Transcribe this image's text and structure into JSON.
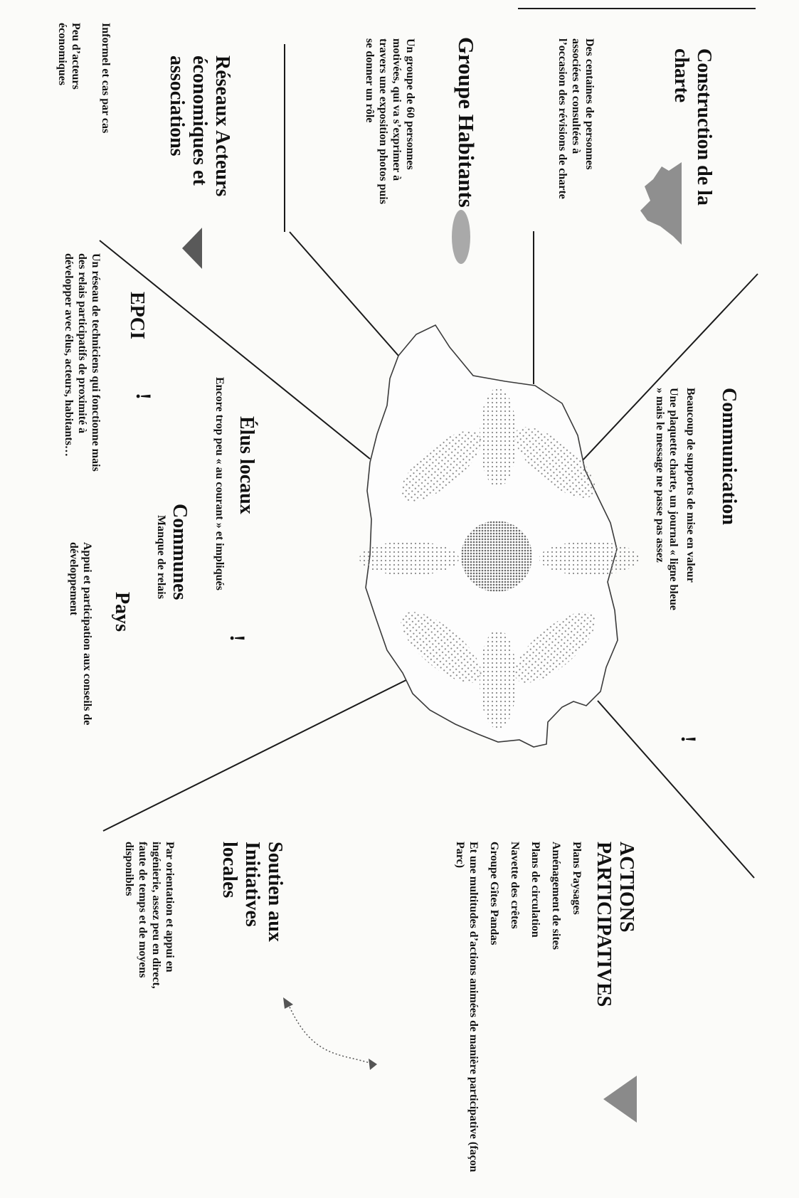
{
  "construction": {
    "title": "Construction de la charte",
    "text": "Des centaines de personnes associées et consultées à l’occasion des révisions de charte"
  },
  "groupe_habitants": {
    "title": "Groupe Habitants",
    "text": "Un groupe de 60 personnes motivées, qui va s’exprimer à travers une exposition photos puis se donner un rôle"
  },
  "reseaux": {
    "title": "Réseaux Acteurs économiques et associations",
    "col1": "Informel et cas par cas",
    "col2": "Peu d’acteurs économiques"
  },
  "epci": {
    "title": "EPCI",
    "mark": "!",
    "text": "Un réseau de techniciens qui fonctionne mais des relais participatifs de proximité à développer avec élus, acteurs, habitants…"
  },
  "communication": {
    "title": "Communication",
    "line1": "Beaucoup de supports de mise en valeur",
    "line2": "Une plaquette charte, un journal « ligne bleue » mais le message ne passe pas assez",
    "mark": "!"
  },
  "elus": {
    "title": "Élus locaux",
    "text": "Encore trop peu « au courant » et impliqués",
    "mark": "!"
  },
  "communes": {
    "title": "Communes",
    "text": "Manque de relais"
  },
  "pays": {
    "title": "Pays",
    "text": "Appui et participation aux conseils de développement"
  },
  "actions": {
    "title": "ACTIONS PARTICIPATIVES",
    "items": [
      "Plans Paysages",
      "Aménagement de sites",
      "Plans de circulation",
      "Navette des crêtes",
      "Groupe Gîtes Pandas",
      "Et une multitudes d’actions animées de manière participative (façon Parc)"
    ]
  },
  "soutien": {
    "title": "Soutien aux Initiatives locales",
    "text": "Par orientation et appui en ingénierie, assez peu en direct, faute de temps et de moyens disponibles"
  }
}
